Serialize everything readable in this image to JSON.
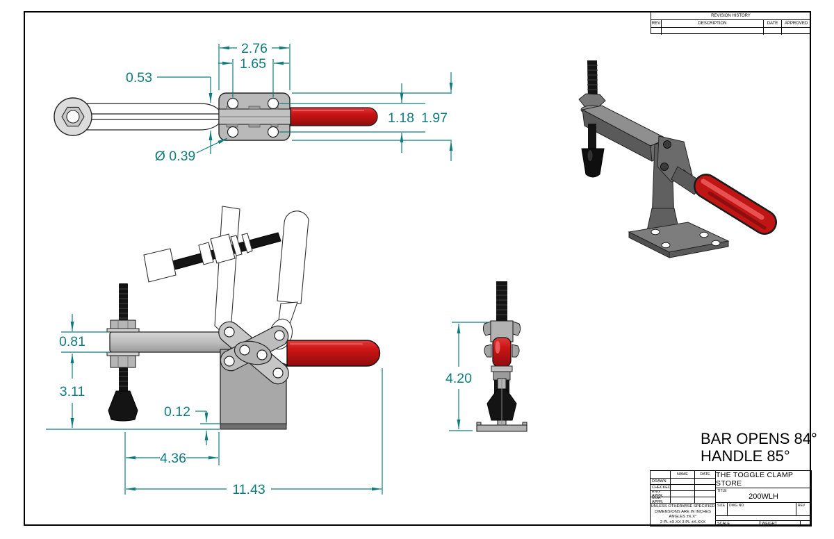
{
  "revision_table": {
    "title": "REVISION HISTORY",
    "col_rev": "REV",
    "col_description": "DESCRIPTION",
    "col_date": "DATE",
    "col_approved": "APPROVED"
  },
  "annotations": {
    "bar_opens": "BAR OPENS 84°",
    "handle": "HANDLE 85°"
  },
  "dimensions": {
    "plate_width": "2.76",
    "hole_spacing_horizontal": "1.65",
    "bar_width": "0.53",
    "hole_diameter": "Ø 0.39",
    "hole_spacing_vertical": "1.18",
    "plate_height": "1.97",
    "arm_thickness": "0.81",
    "arm_height": "3.11",
    "flange_thickness": "0.12",
    "spindle_to_base": "4.36",
    "overall_length": "11.43",
    "overall_height": "4.20"
  },
  "title_block": {
    "name_header": "NAME",
    "date_header": "DATE",
    "row_drawn": "DRAWN",
    "row_checked": "CHECKED",
    "row_eng_appr": "ENG APPR.",
    "row_mgr_appr": "MGR APPR.",
    "company": "THE TOGGLE CLAMP STORE",
    "title_label": "TITLE",
    "drawing_number": "200WLH",
    "size_label": "SIZE",
    "dwg_no_label": "DWG NO.",
    "rev_label": "REV",
    "scale_label": "SCALE",
    "weight_label": "WEIGHT",
    "notes_line1": "UNLESS OTHERWISE SPECIFIED",
    "notes_line2": "DIMENSIONS ARE IN INCHES",
    "notes_line3": "ANGLES ±X.X°",
    "notes_line4": "2 PL ±X.XX 3 PL ±X.XXX"
  },
  "colors": {
    "dimension_teal": "#0E7C7C",
    "handle_red": "#C41414",
    "metal_gray": "#B9B9B9",
    "dark_metal": "#5F5F5F",
    "black_part": "#161616"
  }
}
